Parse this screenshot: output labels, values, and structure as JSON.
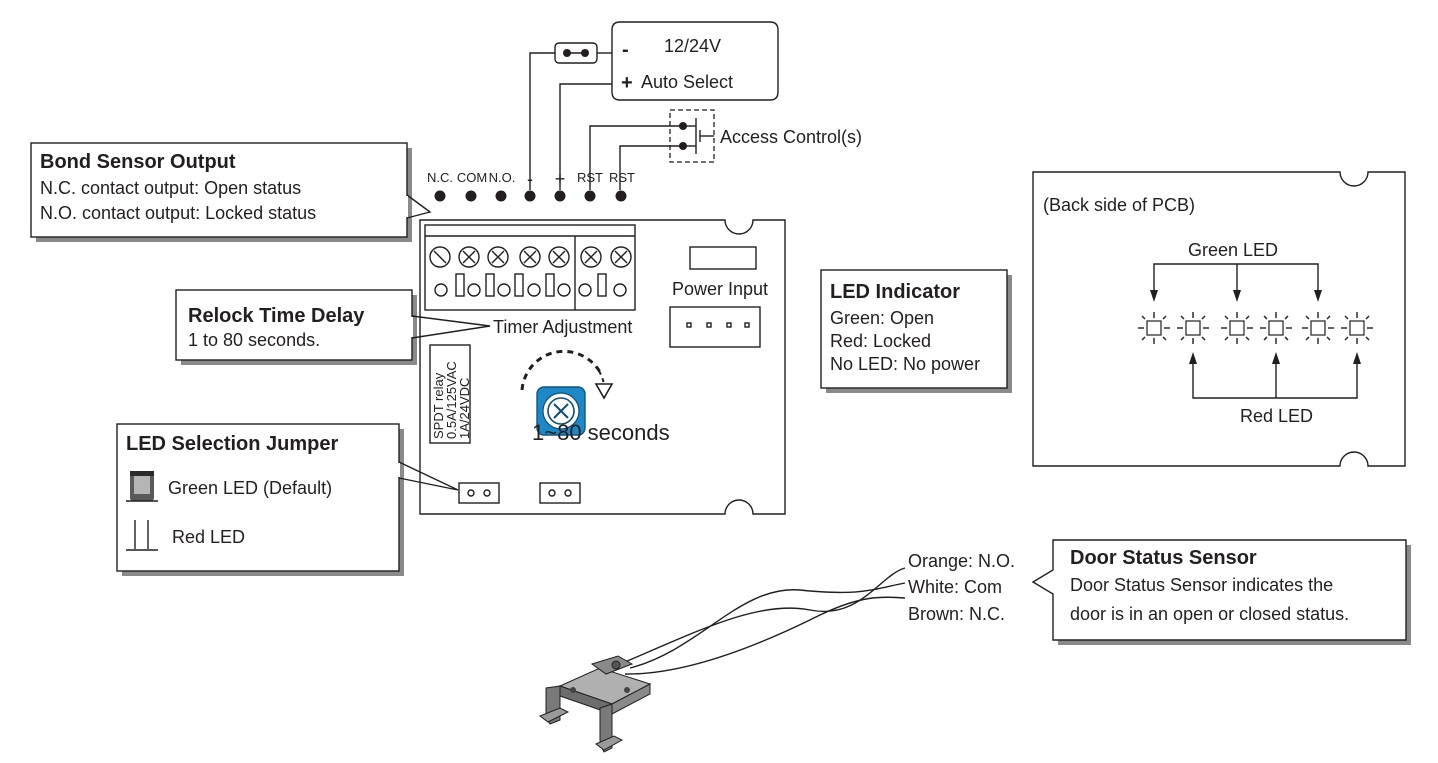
{
  "voltage_box": {
    "minus_sign": "-",
    "plus_sign": "+",
    "voltage": "12/24V",
    "auto_select": "Auto Select"
  },
  "access_control": {
    "label": "Access Control(s)"
  },
  "terminals": [
    "N.C.",
    "COM",
    "N.O.",
    "-",
    "+",
    "RST",
    "RST"
  ],
  "bond_sensor": {
    "title": "Bond Sensor Output",
    "line1": "N.C. contact output: Open status",
    "line2": "N.O. contact output: Locked status"
  },
  "relock": {
    "title": "Relock Time Delay",
    "line1": "1 to 80 seconds."
  },
  "pcb": {
    "power_input": "Power Input",
    "timer_adjustment": "Timer Adjustment",
    "relay_lines": [
      "SPDT relay",
      "0.5A/125VAC",
      "1A/24VDC"
    ],
    "timer_range": "1~80 seconds"
  },
  "led_jumper": {
    "title": "LED Selection Jumper",
    "green": "Green LED (Default)",
    "red": "Red LED"
  },
  "led_indicator": {
    "title": "LED Indicator",
    "line1": "Green: Open",
    "line2": "Red: Locked",
    "line3": "No LED: No power"
  },
  "back_pcb": {
    "caption": "(Back side of PCB)",
    "green_led": "Green LED",
    "red_led": "Red LED"
  },
  "door_sensor": {
    "wire_orange": "Orange: N.O.",
    "wire_white": "White: Com",
    "wire_brown": "Brown: N.C.",
    "title": "Door Status Sensor",
    "line1": "Door Status Sensor indicates the",
    "line2": "door is in an open or closed status."
  },
  "colors": {
    "ink": "#231f20",
    "potentiometer_blue": "#1e88c7",
    "shadow_gray": "#8a8a8a"
  }
}
